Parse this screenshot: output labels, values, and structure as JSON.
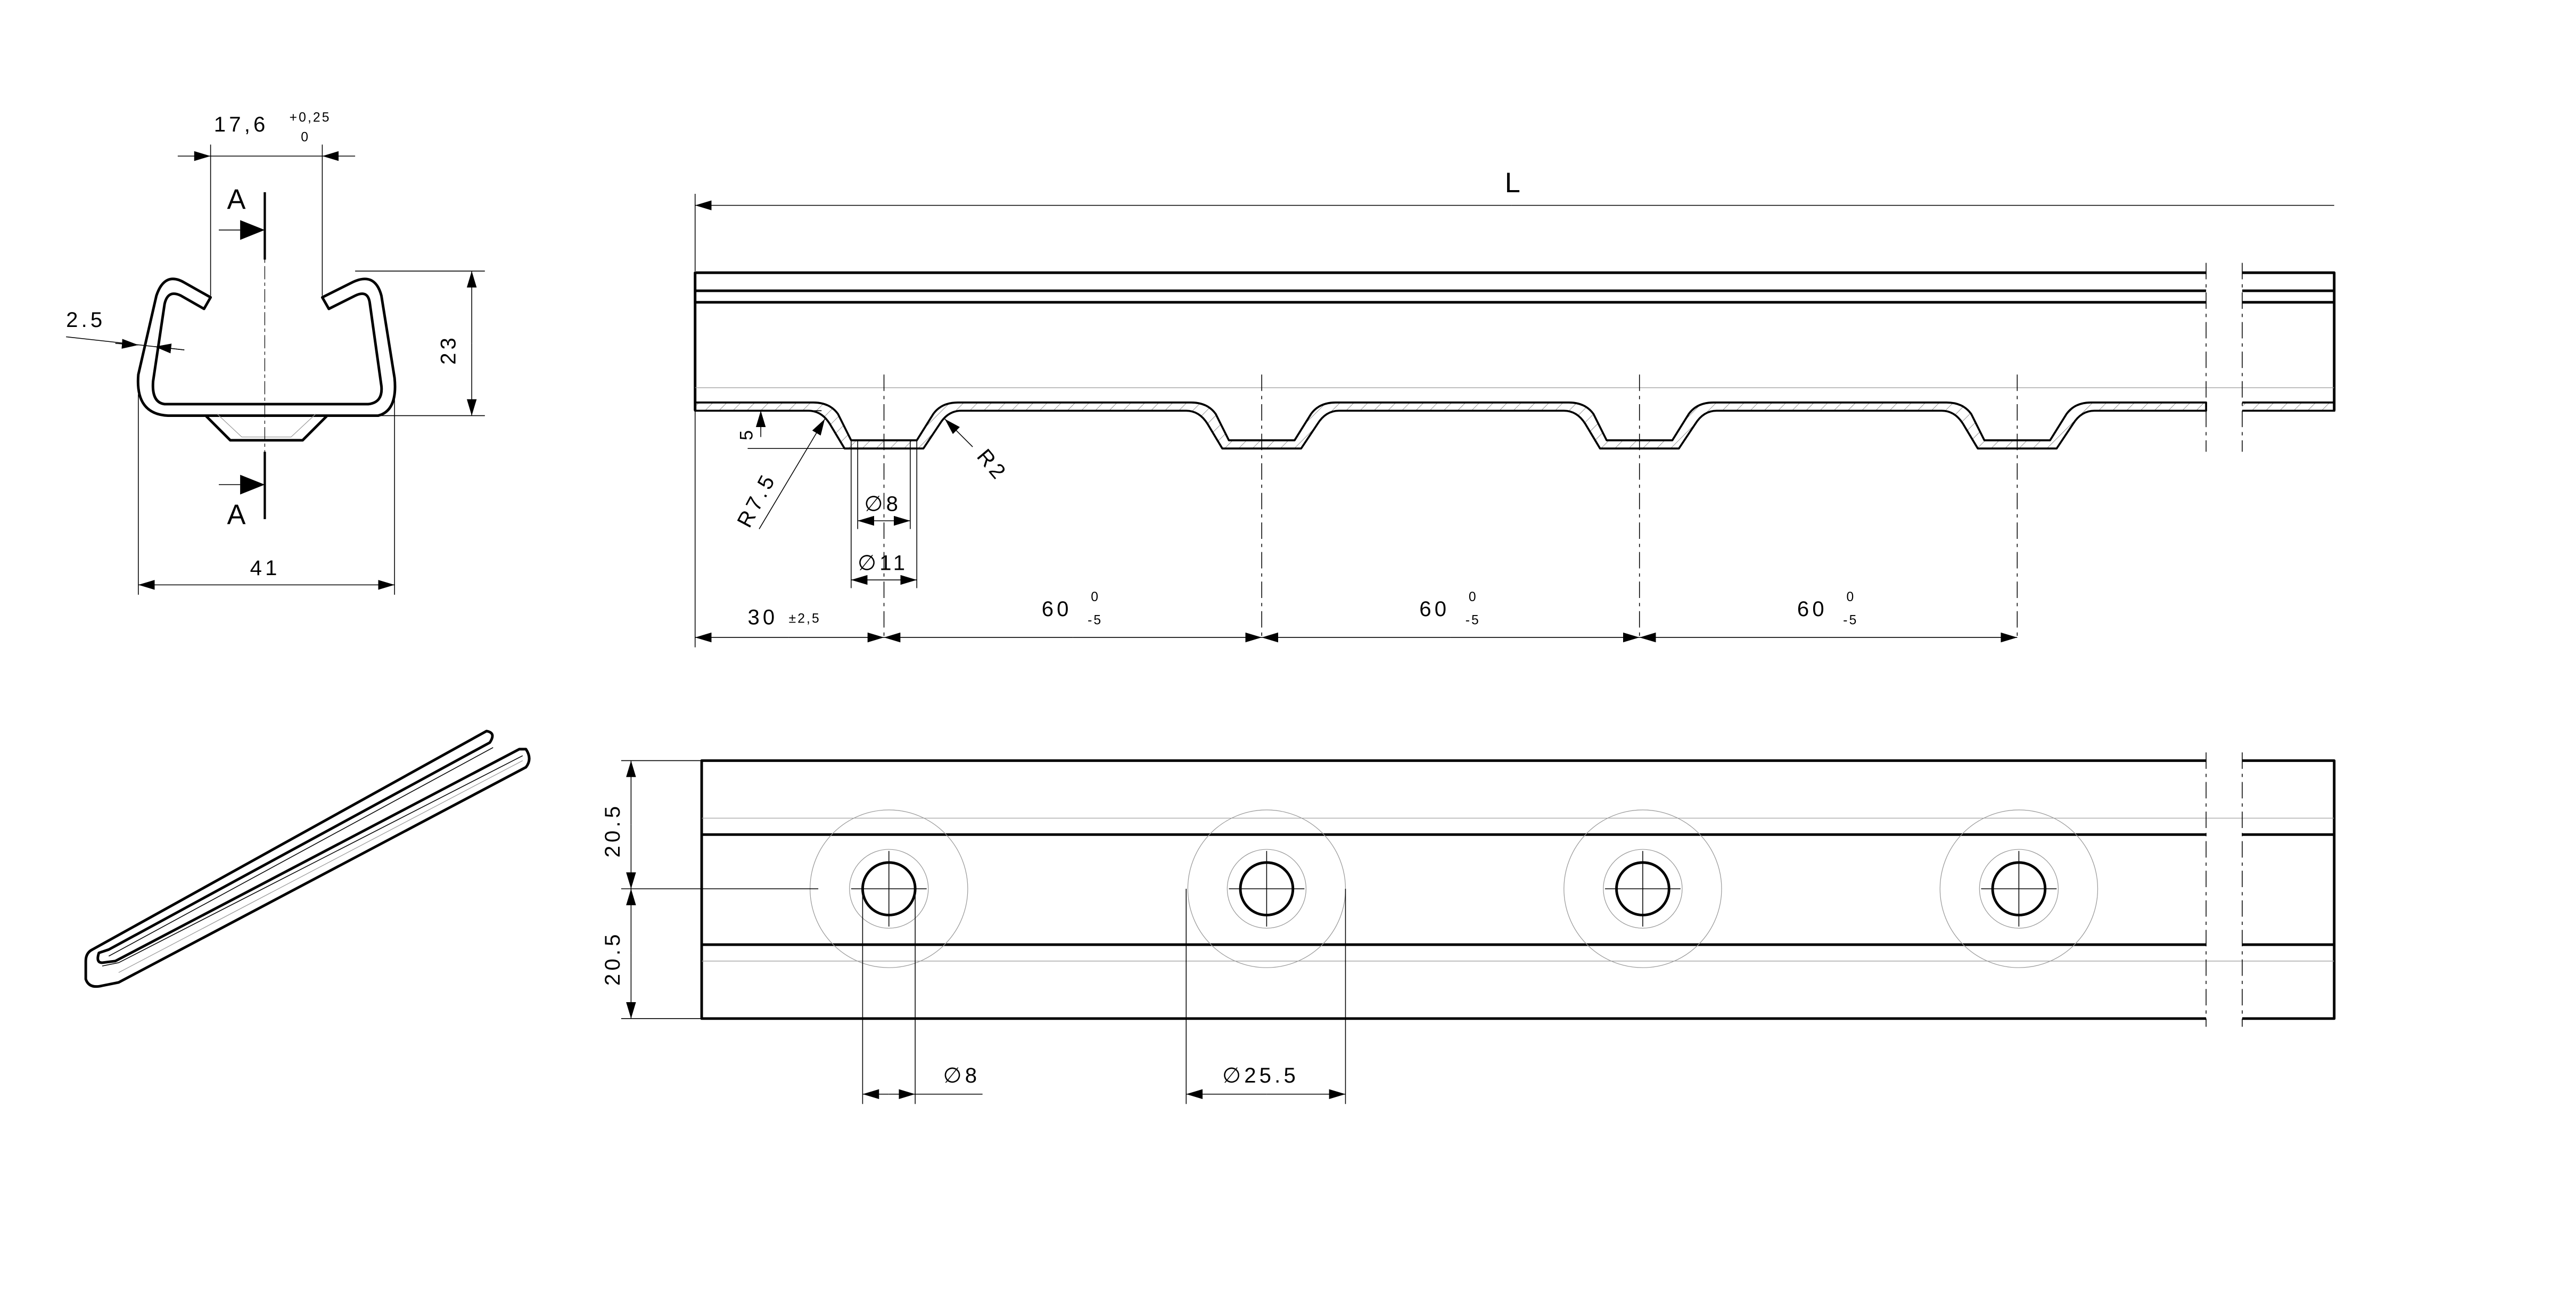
{
  "section_view": {
    "slot_width": "17,6",
    "slot_tol_upper": "+0,25",
    "slot_tol_lower": "0",
    "thickness": "2.5",
    "height": "23",
    "width": "41",
    "section_label_top": "A",
    "section_label_bottom": "A"
  },
  "side_view": {
    "length": "L",
    "dimple_depth": "5",
    "radius_large": "R7.5",
    "radius_small": "R2",
    "hole_diameter": "8",
    "dimple_diameter": "11",
    "diameter_symbol": "∅",
    "first_offset": "30",
    "first_offset_tol": "±2,5",
    "pitches": [
      {
        "value": "60",
        "tol_upper": "0",
        "tol_lower": "-5"
      },
      {
        "value": "60",
        "tol_upper": "0",
        "tol_lower": "-5"
      },
      {
        "value": "60",
        "tol_upper": "0",
        "tol_lower": "-5"
      }
    ]
  },
  "bottom_view": {
    "half_width_top": "20.5",
    "half_width_bottom": "20.5",
    "hole_diameter": "8",
    "boss_diameter": "25.5"
  }
}
